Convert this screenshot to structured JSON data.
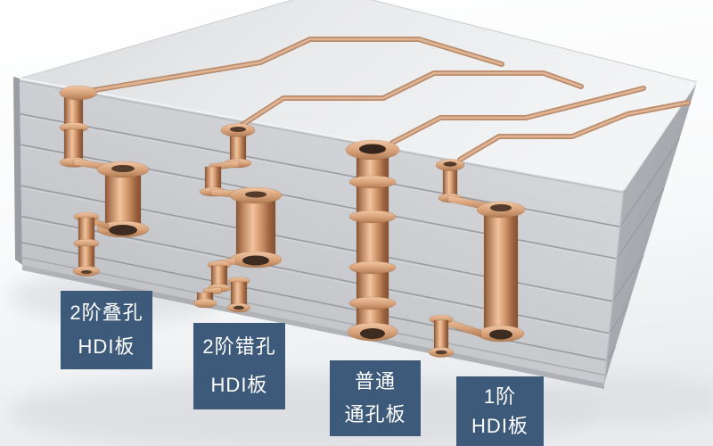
{
  "labels": [
    {
      "id": "stacked-2-stage",
      "line1": "2阶叠孔",
      "line2": "HDI板"
    },
    {
      "id": "staggered-2-stage",
      "line1": "2阶错孔",
      "line2": "HDI板"
    },
    {
      "id": "through-hole",
      "line1": "普通",
      "line2": "通孔板"
    },
    {
      "id": "hdi-1-stage",
      "line1": "1阶",
      "line2": "HDI板"
    }
  ],
  "colors": {
    "label_background": "#3d5a7a",
    "label_text": "#ffffff",
    "copper_light": "#f2c49e",
    "copper_mid": "#c98d66",
    "copper_dark": "#8a5434",
    "board_top": "#e9eaec",
    "board_front": "#c9cbcf",
    "board_side": "#a6a8ad",
    "background": "#ffffff"
  }
}
